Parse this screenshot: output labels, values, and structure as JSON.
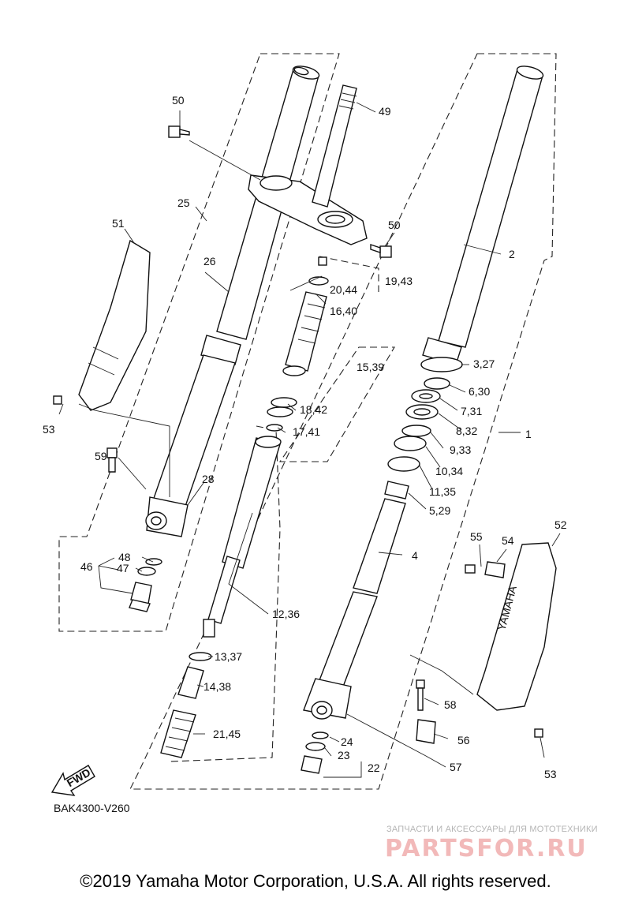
{
  "diagram_code": "BAK4300-V260",
  "copyright": "©2019 Yamaha Motor Corporation, U.S.A. All rights reserved.",
  "watermark": {
    "tagline": "ЗАПЧАСТИ И АКСЕССУАРЫ ДЛЯ МОТОТЕХНИКИ",
    "logo": "PARTSFOR.RU"
  },
  "fwd_label": "FWD",
  "guard_brand": "YAMAHA",
  "callouts": {
    "c1": "1",
    "c2": "2",
    "c3": "3,27",
    "c4": "4",
    "c5": "5,29",
    "c6": "6,30",
    "c7": "7,31",
    "c8": "8,32",
    "c9": "9,33",
    "c10": "10,34",
    "c11": "11,35",
    "c12": "12,36",
    "c13": "13,37",
    "c14": "14,38",
    "c15": "15,39",
    "c16": "16,40",
    "c17": "17,41",
    "c18": "18,42",
    "c19": "19,43",
    "c20": "20,44",
    "c21": "21,45",
    "c22": "22",
    "c23": "23",
    "c24": "24",
    "c25": "25",
    "c26": "26",
    "c28": "28",
    "c46": "46",
    "c47": "47",
    "c48": "48",
    "c49": "49",
    "c50a": "50",
    "c50b": "50",
    "c51": "51",
    "c52": "52",
    "c53a": "53",
    "c53b": "53",
    "c54": "54",
    "c55": "55",
    "c56": "56",
    "c57": "57",
    "c58": "58",
    "c59": "59"
  }
}
